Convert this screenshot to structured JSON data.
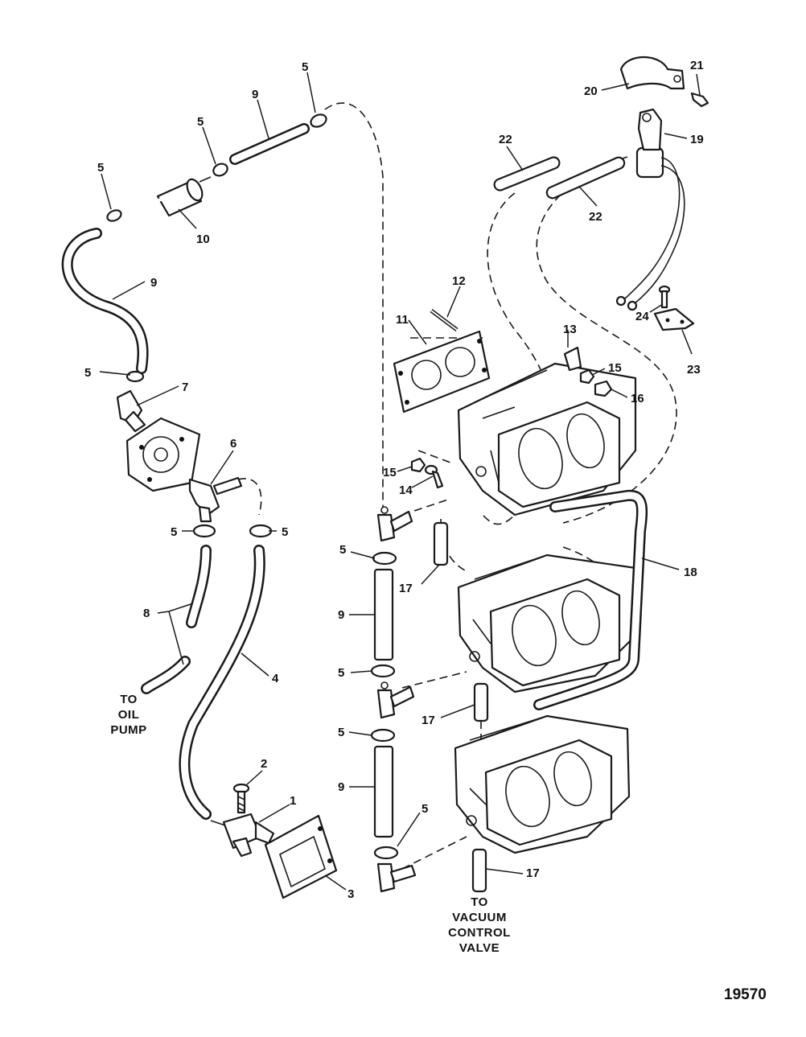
{
  "callouts": {
    "c1": "1",
    "c2": "2",
    "c3": "3",
    "c4": "4",
    "c5a": "5",
    "c5b": "5",
    "c5c": "5",
    "c5d": "5",
    "c5e": "5",
    "c5f": "5",
    "c5g": "5",
    "c5h": "5",
    "c5i": "5",
    "c5j": "5",
    "c6": "6",
    "c7": "7",
    "c8": "8",
    "c9a": "9",
    "c9b": "9",
    "c9c": "9",
    "c9d": "9",
    "c10": "10",
    "c11": "11",
    "c12": "12",
    "c13": "13",
    "c14": "14",
    "c15a": "15",
    "c15b": "15",
    "c16": "16",
    "c17a": "17",
    "c17b": "17",
    "c17c": "17",
    "c18": "18",
    "c19": "19",
    "c20": "20",
    "c21": "21",
    "c22a": "22",
    "c22b": "22",
    "c23": "23",
    "c24": "24"
  },
  "notes": {
    "oil_pump": [
      "TO",
      "OIL",
      "PUMP"
    ],
    "vacuum": [
      "TO",
      "VACUUM",
      "CONTROL",
      "VALVE"
    ]
  },
  "figure_number": "19570"
}
